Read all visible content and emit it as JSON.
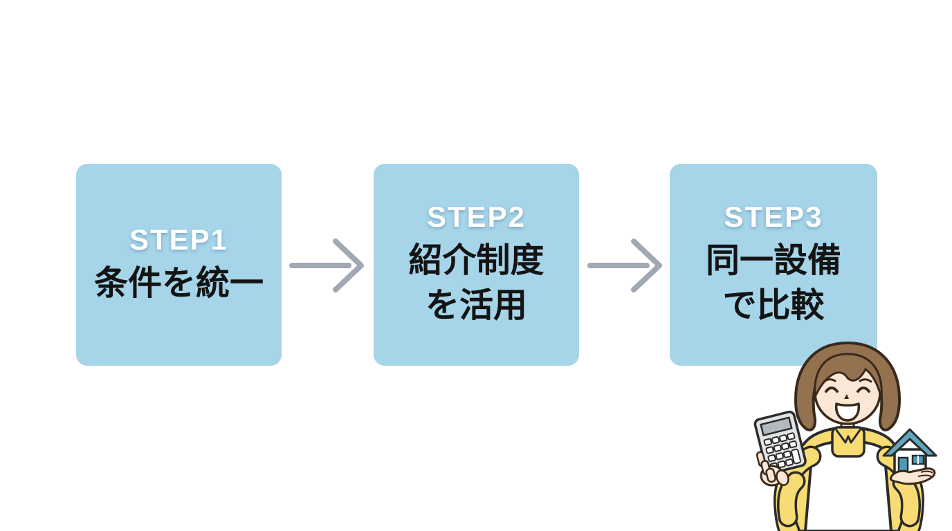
{
  "diagram": {
    "type": "step-flow",
    "background": "#ffffff",
    "steps": [
      {
        "label": "STEP1",
        "lines": [
          "条件を統一"
        ]
      },
      {
        "label": "STEP2",
        "lines": [
          "紹介制度",
          "を活用"
        ]
      },
      {
        "label": "STEP3",
        "lines": [
          "同一設備",
          "で比較"
        ]
      }
    ],
    "colors": {
      "box_fill": "#a6d4e9",
      "step_label": "#ffffff",
      "step_text": "#141414",
      "arrow": "#a0a9b3"
    },
    "illustration": {
      "description": "Smiling woman with brown bob hair, yellow shirt and white apron, holding a calculator in one hand and a small house model on the other palm",
      "colors": {
        "hair": "#94714f",
        "skin": "#fce7d6",
        "shirt": "#f7dc73",
        "apron": "#ffffff",
        "house_roof": "#62a6be",
        "house_accent": "#4f9bb6",
        "calculator_body": "#e0e4e7",
        "calculator_display": "#b2bac1",
        "outline": "#2b2b2b"
      }
    }
  }
}
